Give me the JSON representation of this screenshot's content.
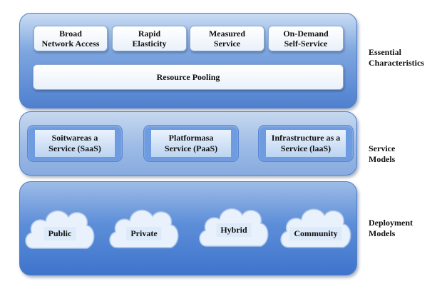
{
  "layers": {
    "essential": {
      "label": "Essential\nCharacteristics",
      "items": [
        "Broad\nNetwork Access",
        "Rapid\nElasticity",
        "Measured\nService",
        "On-Demand\nSelf-Service"
      ],
      "pooling": "Resource Pooling"
    },
    "service": {
      "label": "Service\nModels",
      "items": [
        "Soitwareas a\nService (SaaS)",
        "Platformasa\nService (PaaS)",
        "Infrastructure as a\nService (laaS)"
      ]
    },
    "deployment": {
      "label": "Deployment\nModels",
      "items": [
        "Public",
        "Private",
        "Hybrid",
        "Community"
      ]
    }
  },
  "colors": {
    "panel_border": "#4f7fc4",
    "chip_bg": "#eaf1fa",
    "cloud_fill": "#e8f1fc",
    "cloud_label_bg": "#ddeaf9"
  },
  "icons": [
    "cloud-icon"
  ]
}
